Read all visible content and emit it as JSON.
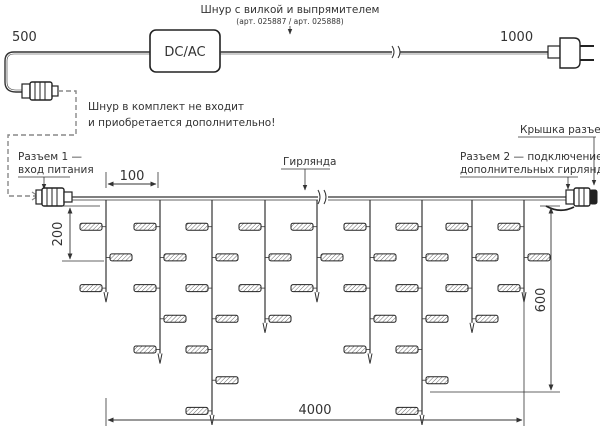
{
  "cord": {
    "title": "Шнур с вилкой и выпрямителем",
    "articles": "(арт. 025887 / арт. 025888)",
    "adapter_label": "DC/AC",
    "length_left": "500",
    "length_right": "1000"
  },
  "note": {
    "line1": "Шнур в комплект не входит",
    "line2": "и приобретается дополнительно!"
  },
  "connector1": {
    "line1": "Разъем 1 —",
    "line2": "вход питания"
  },
  "connector2": {
    "line1": "Разъем 2 — подключение",
    "line2": "дополнительных гирлянд"
  },
  "cap_label": "Крышка разъема",
  "garland_label": "Гирлянда",
  "dimensions": {
    "spacing": "100",
    "first_drop": "200",
    "max_drop": "600",
    "total_length": "4000"
  }
}
